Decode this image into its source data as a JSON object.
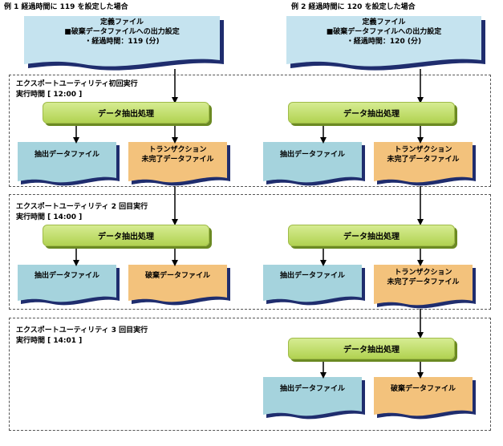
{
  "examples": [
    {
      "caption": "例 1  経過時間に 119 を設定した場合",
      "def_file": [
        "定義ファイル",
        "■破棄データファイルへの出力設定",
        "・経過時間：119 (分)"
      ]
    },
    {
      "caption": "例 2  経過時間に 120 を設定した場合",
      "def_file": [
        "定義ファイル",
        "■破棄データファイルへの出力設定",
        "・経過時間：120 (分)"
      ]
    }
  ],
  "sections": [
    {
      "title": "エクスポートユーティリティ初回実行",
      "time": "実行時間 [ 12:00 ]"
    },
    {
      "title": "エクスポートユーティリティ 2 回目実行",
      "time": "実行時間 [ 14:00 ]"
    },
    {
      "title": "エクスポートユーティリティ 3 回目実行",
      "time": "実行時間 [ 14:01 ]"
    }
  ],
  "labels": {
    "process": "データ抽出処理",
    "extract_file": "抽出データファイル",
    "transaction_file_line1": "トランザクション",
    "transaction_file_line2": "未完了データファイル",
    "discard_file": "破棄データファイル"
  },
  "colors": {
    "def_file": "#c5e3ef",
    "extract_file": "#a5d3dd",
    "transaction_file": "#f3c27c",
    "discard_file": "#f3c27c",
    "process": "#b9d85e",
    "shadow": "#1f2d6e"
  }
}
